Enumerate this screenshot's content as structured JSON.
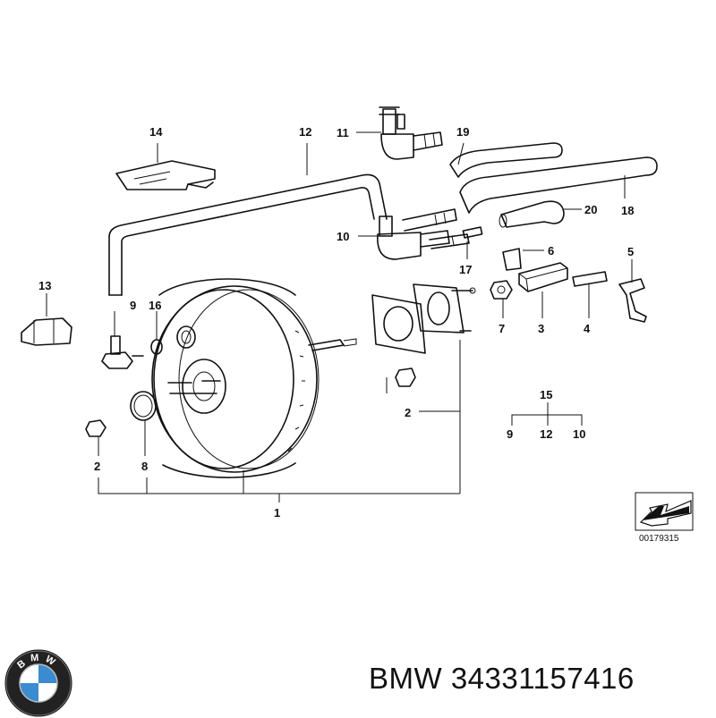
{
  "diagram": {
    "callouts": {
      "c1": "1",
      "c2a": "2",
      "c2b": "2",
      "c3": "3",
      "c4": "4",
      "c5": "5",
      "c6": "6",
      "c7": "7",
      "c8": "8",
      "c9a": "9",
      "c9b": "9",
      "c10a": "10",
      "c10b": "10",
      "c11": "11",
      "c12a": "12",
      "c12b": "12",
      "c13": "13",
      "c14": "14",
      "c15": "15",
      "c16": "16",
      "c17": "17",
      "c18": "18",
      "c19": "19",
      "c20": "20"
    },
    "reference_code": "00179315"
  },
  "footer": {
    "brand_text": "BMW 34331157416",
    "logo_letters": "BMW"
  },
  "colors": {
    "line": "#111111",
    "logo_blue": "#3a8bd0",
    "logo_ring": "#222222"
  }
}
